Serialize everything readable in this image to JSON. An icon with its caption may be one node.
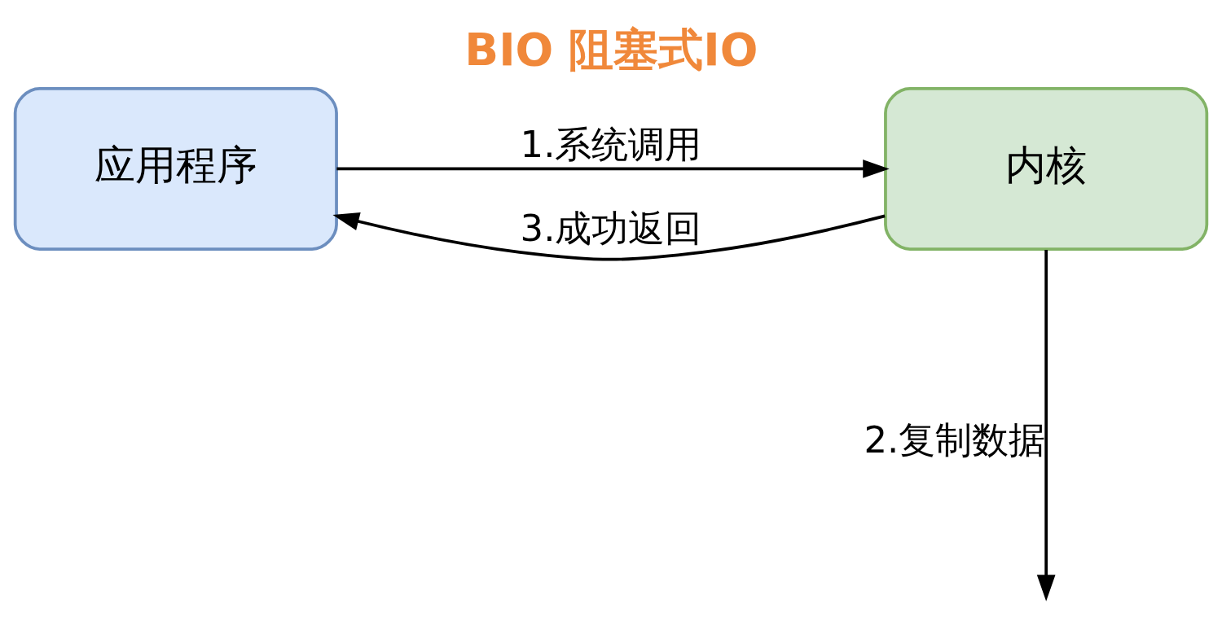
{
  "diagram": {
    "title": "BIO 阻塞式IO",
    "nodes": [
      {
        "text": [
          "应用程序"
        ]
      },
      {
        "text": [
          "内核"
        ]
      }
    ],
    "edges": [
      {
        "from": 0,
        "to": 1,
        "arrow": "to",
        "label": "1.系统调用"
      },
      {
        "from": 1,
        "to": null,
        "arrow": "to",
        "label": "2.复制数据"
      },
      {
        "from": 1,
        "to": 0,
        "arrow": "to",
        "label": "3.成功返回"
      }
    ]
  }
}
